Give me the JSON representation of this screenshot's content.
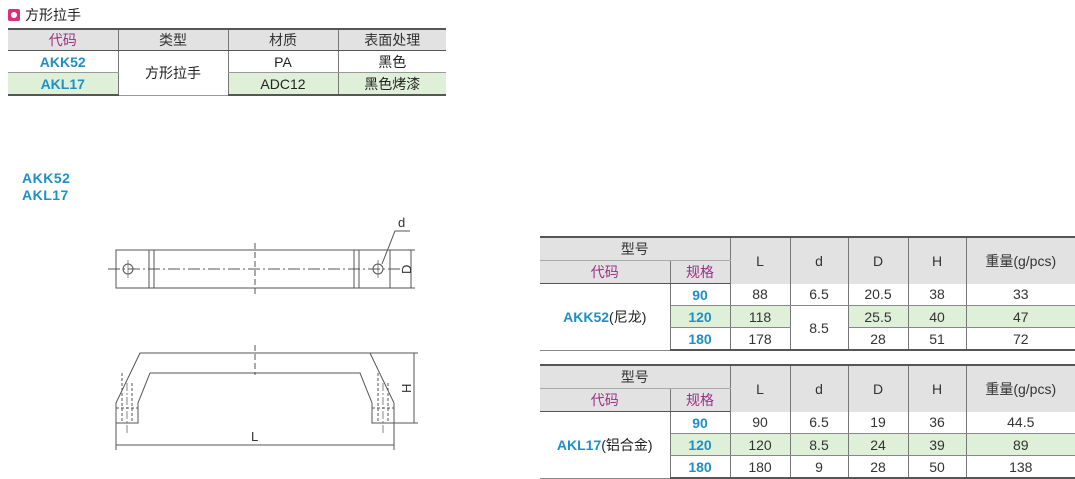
{
  "section_title": "方形拉手",
  "material_table": {
    "headers": [
      "代码",
      "类型",
      "材质",
      "表面处理"
    ],
    "type_value": "方形拉手",
    "rows": [
      {
        "code": "AKK52",
        "material": "PA",
        "finish": "黑色"
      },
      {
        "code": "AKL17",
        "material": "ADC12",
        "finish": "黑色烤漆"
      }
    ]
  },
  "model_codes": [
    "AKK52",
    "AKL17"
  ],
  "drawing_labels": {
    "d": "d",
    "D": "D",
    "H": "H",
    "L": "L"
  },
  "spec_header": {
    "model": "型号",
    "code": "代码",
    "spec": "规格",
    "L": "L",
    "d": "d",
    "D": "D",
    "H": "H",
    "weight": "重量(g/pcs)"
  },
  "spec_tables": [
    {
      "code": "AKK52",
      "material_note": "(尼龙)",
      "rows": [
        {
          "size": "90",
          "L": "88",
          "d": "6.5",
          "D": "20.5",
          "H": "38",
          "weight": "33"
        },
        {
          "size": "120",
          "L": "118",
          "d": "8.5",
          "D": "25.5",
          "H": "40",
          "weight": "47"
        },
        {
          "size": "180",
          "L": "178",
          "d": "",
          "D": "28",
          "H": "51",
          "weight": "72"
        }
      ]
    },
    {
      "code": "AKL17",
      "material_note": "(铝合金)",
      "rows": [
        {
          "size": "90",
          "L": "90",
          "d": "6.5",
          "D": "19",
          "H": "36",
          "weight": "44.5"
        },
        {
          "size": "120",
          "L": "120",
          "d": "8.5",
          "D": "24",
          "H": "39",
          "weight": "89"
        },
        {
          "size": "180",
          "L": "180",
          "d": "9",
          "D": "28",
          "H": "50",
          "weight": "138"
        }
      ]
    }
  ],
  "colors": {
    "accent_blue": "#1f8fc8",
    "label_purple": "#9b2f86",
    "row_green": "#dff0d8",
    "icon_pink": "#d0347f"
  }
}
